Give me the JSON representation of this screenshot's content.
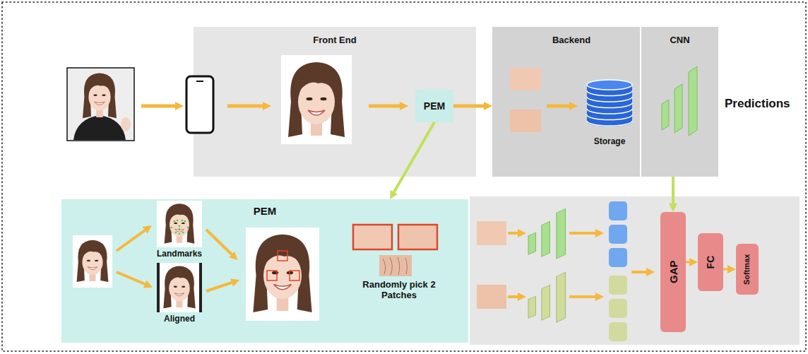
{
  "diagram": {
    "nodes": [
      {
        "text": [
          "Front End"
        ]
      },
      {
        "text": [
          "PEM"
        ],
        "in": 0
      },
      {
        "text": [
          "Backend"
        ]
      },
      {
        "text": [
          "Storage"
        ],
        "in": 2
      },
      {
        "text": [
          "CNN"
        ]
      },
      {
        "text": [
          "PEM"
        ]
      },
      {
        "text": [
          "GAP"
        ]
      },
      {
        "text": [
          "FC"
        ]
      },
      {
        "text": [
          "Softmax"
        ]
      }
    ],
    "edges": [
      {
        "from": 1,
        "to": 2,
        "arrow": "to"
      },
      {
        "from": 1,
        "to": 5,
        "arrow": "to"
      },
      {
        "from": 4,
        "to": 6,
        "arrow": "to"
      },
      {
        "from": 6,
        "to": 7,
        "arrow": "to"
      },
      {
        "from": 7,
        "to": 8,
        "arrow": "to"
      }
    ],
    "labels": [
      "Predictions",
      "Landmarks",
      "Aligned",
      "Randomly pick 2 Patches"
    ]
  }
}
